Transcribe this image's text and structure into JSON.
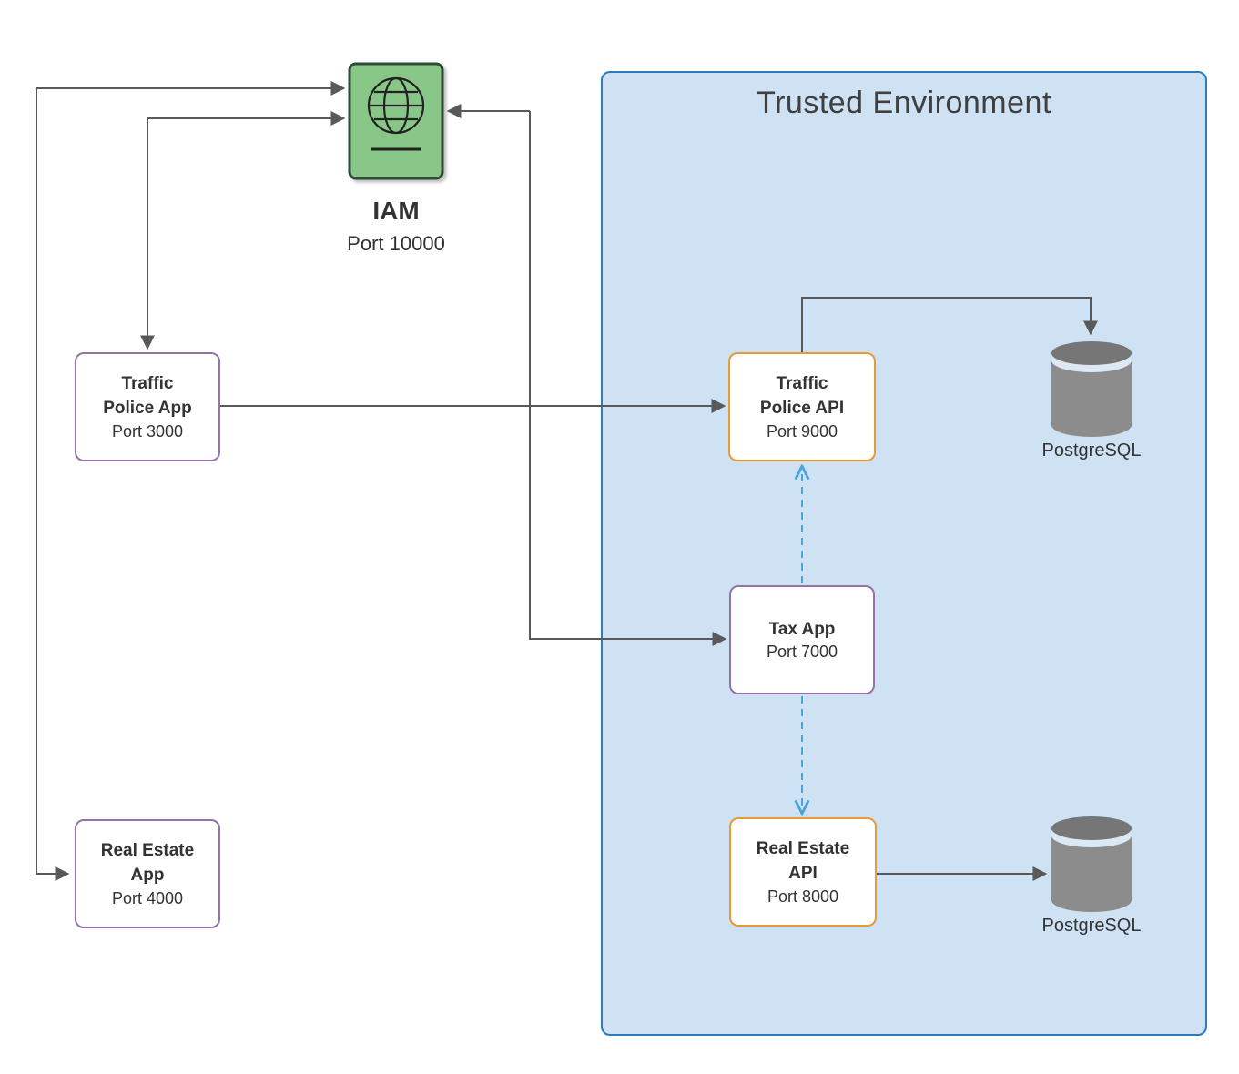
{
  "diagram": {
    "trusted_environment": {
      "title": "Trusted Environment"
    },
    "iam": {
      "title": "IAM",
      "port": "Port 10000"
    },
    "nodes": {
      "traffic_police_app": {
        "title": "Traffic Police App",
        "port": "Port 3000"
      },
      "real_estate_app": {
        "title": "Real Estate App",
        "port": "Port 4000"
      },
      "traffic_police_api": {
        "title": "Traffic Police API",
        "port": "Port 9000"
      },
      "tax_app": {
        "title": "Tax App",
        "port": "Port 7000"
      },
      "real_estate_api": {
        "title": "Real Estate API",
        "port": "Port 8000"
      }
    },
    "databases": {
      "traffic": {
        "label": "PostgreSQL"
      },
      "real_estate": {
        "label": "PostgreSQL"
      }
    },
    "connections": [
      {
        "from": "Real Estate App",
        "to": "IAM",
        "style": "solid",
        "bidirectional": true
      },
      {
        "from": "Traffic Police App",
        "to": "IAM",
        "style": "solid",
        "bidirectional": true
      },
      {
        "from": "IAM",
        "to": "Tax App",
        "style": "solid",
        "bidirectional": true
      },
      {
        "from": "Traffic Police App",
        "to": "Traffic Police API",
        "style": "solid",
        "bidirectional": false
      },
      {
        "from": "Traffic Police API",
        "to": "PostgreSQL",
        "style": "solid",
        "bidirectional": false
      },
      {
        "from": "Tax App",
        "to": "Traffic Police API",
        "style": "dashed",
        "bidirectional": false
      },
      {
        "from": "Tax App",
        "to": "Real Estate API",
        "style": "dashed",
        "bidirectional": false
      },
      {
        "from": "Real Estate API",
        "to": "PostgreSQL",
        "style": "solid",
        "bidirectional": false
      }
    ],
    "colors": {
      "trusted_fill": "#cfe2f3",
      "trusted_border": "#2b7cb9",
      "purple_border": "#9673a6",
      "orange_border": "#e89a33",
      "arrow": "#595959",
      "dashed_arrow": "#4ba3dc",
      "icon_green": "#89c789",
      "db_gray": "#8c8c8c"
    }
  }
}
